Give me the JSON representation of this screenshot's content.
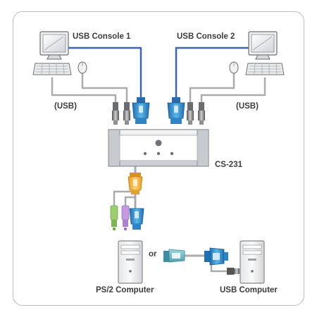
{
  "labels": {
    "console1": "USB Console 1",
    "console2": "USB Console 2",
    "usb_left": "(USB)",
    "usb_right": "(USB)",
    "device": "CS-231",
    "or": "or",
    "ps2_computer": "PS/2 Computer",
    "usb_computer": "USB Computer"
  },
  "colors": {
    "frame": "#b9bcc0",
    "cable": "#a9abae",
    "vga_cable": "#3d63b6",
    "vga_connector": "#2e8fd0",
    "yellow_connector": "#f2b53a",
    "ps2_green": "#9bcf6e",
    "ps2_purple": "#c49be0",
    "text": "#3c3c3c"
  },
  "icons": [
    "monitor-icon",
    "keyboard-icon",
    "mouse-icon",
    "kvm-switch-icon",
    "tower-pc-icon",
    "vga-connector-icon",
    "usb-plug-icon",
    "ps2-plug-icon"
  ]
}
